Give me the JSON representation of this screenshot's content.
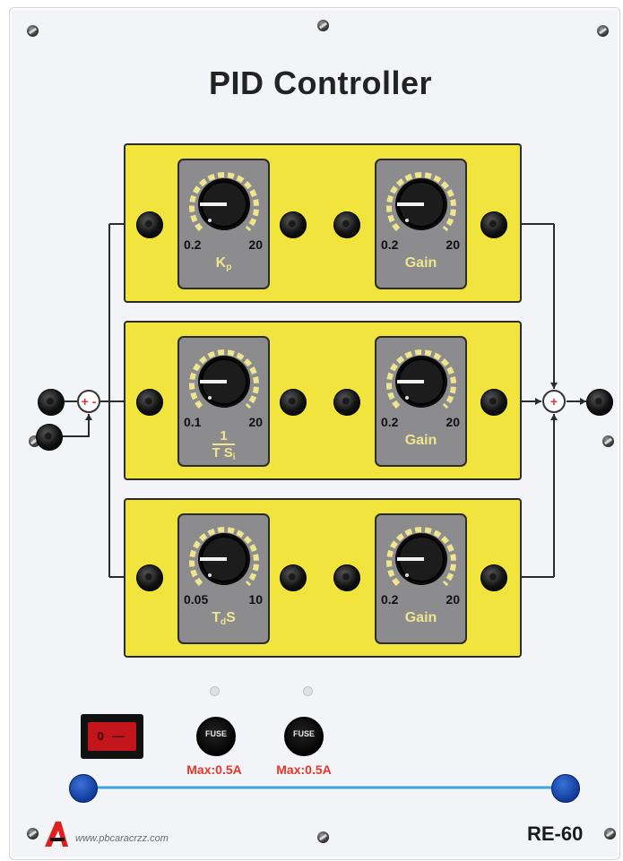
{
  "panel": {
    "title": "PID Controller",
    "model": "RE-60",
    "website": "www.pbcaracrzz.com"
  },
  "rows": [
    {
      "dial": {
        "min": "0.2",
        "max": "20",
        "label_main": "K",
        "label_sub": "p"
      },
      "gain": {
        "min": "0.2",
        "max": "20",
        "label": "Gain"
      }
    },
    {
      "dial": {
        "min": "0.1",
        "max": "20",
        "frac_num": "1",
        "frac_den": "T S",
        "frac_den_sub": "i"
      },
      "gain": {
        "min": "0.2",
        "max": "20",
        "label": "Gain"
      }
    },
    {
      "dial": {
        "min": "0.05",
        "max": "10",
        "label_main": "T",
        "label_sub": "d",
        "label_suffix": "S"
      },
      "gain": {
        "min": "0.2",
        "max": "20",
        "label": "Gain"
      }
    }
  ],
  "summing_input": {
    "symbol": "+ -"
  },
  "summing_output": {
    "symbol": "+"
  },
  "power_switch": {
    "label": "0 —"
  },
  "fuses": [
    {
      "label": "FUSE",
      "rating": "Max:0.5A"
    },
    {
      "label": "FUSE",
      "rating": "Max:0.5A"
    }
  ],
  "colors": {
    "block_yellow": "#f1e43c",
    "dial_box_gray": "#8c8c8e",
    "dial_label": "#efe58e",
    "rating_red": "#e8362a",
    "ground_bus_blue": "#3da6e0",
    "switch_red": "#c4141c"
  },
  "icons": {
    "logo": "red-A-logo",
    "screw": "panel-screw",
    "jack": "banana-jack",
    "terminal": "blue-terminal"
  }
}
